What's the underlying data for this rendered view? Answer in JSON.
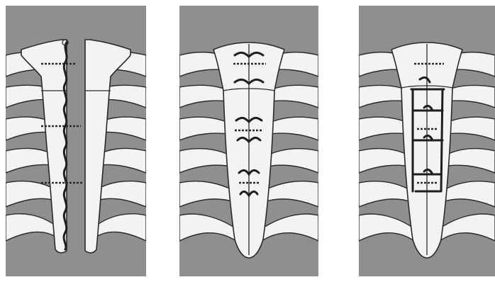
{
  "figure": {
    "panels": [
      {
        "id": "left",
        "technique": "parasternal-weave"
      },
      {
        "id": "middle",
        "technique": "figure-of-eight-wires"
      },
      {
        "id": "right",
        "technique": "circumferential-band-wires"
      }
    ],
    "colors": {
      "background": "#8f8f8f",
      "bone": "#f3f3f3",
      "outline": "#2a2a2a",
      "page": "#ffffff"
    }
  }
}
